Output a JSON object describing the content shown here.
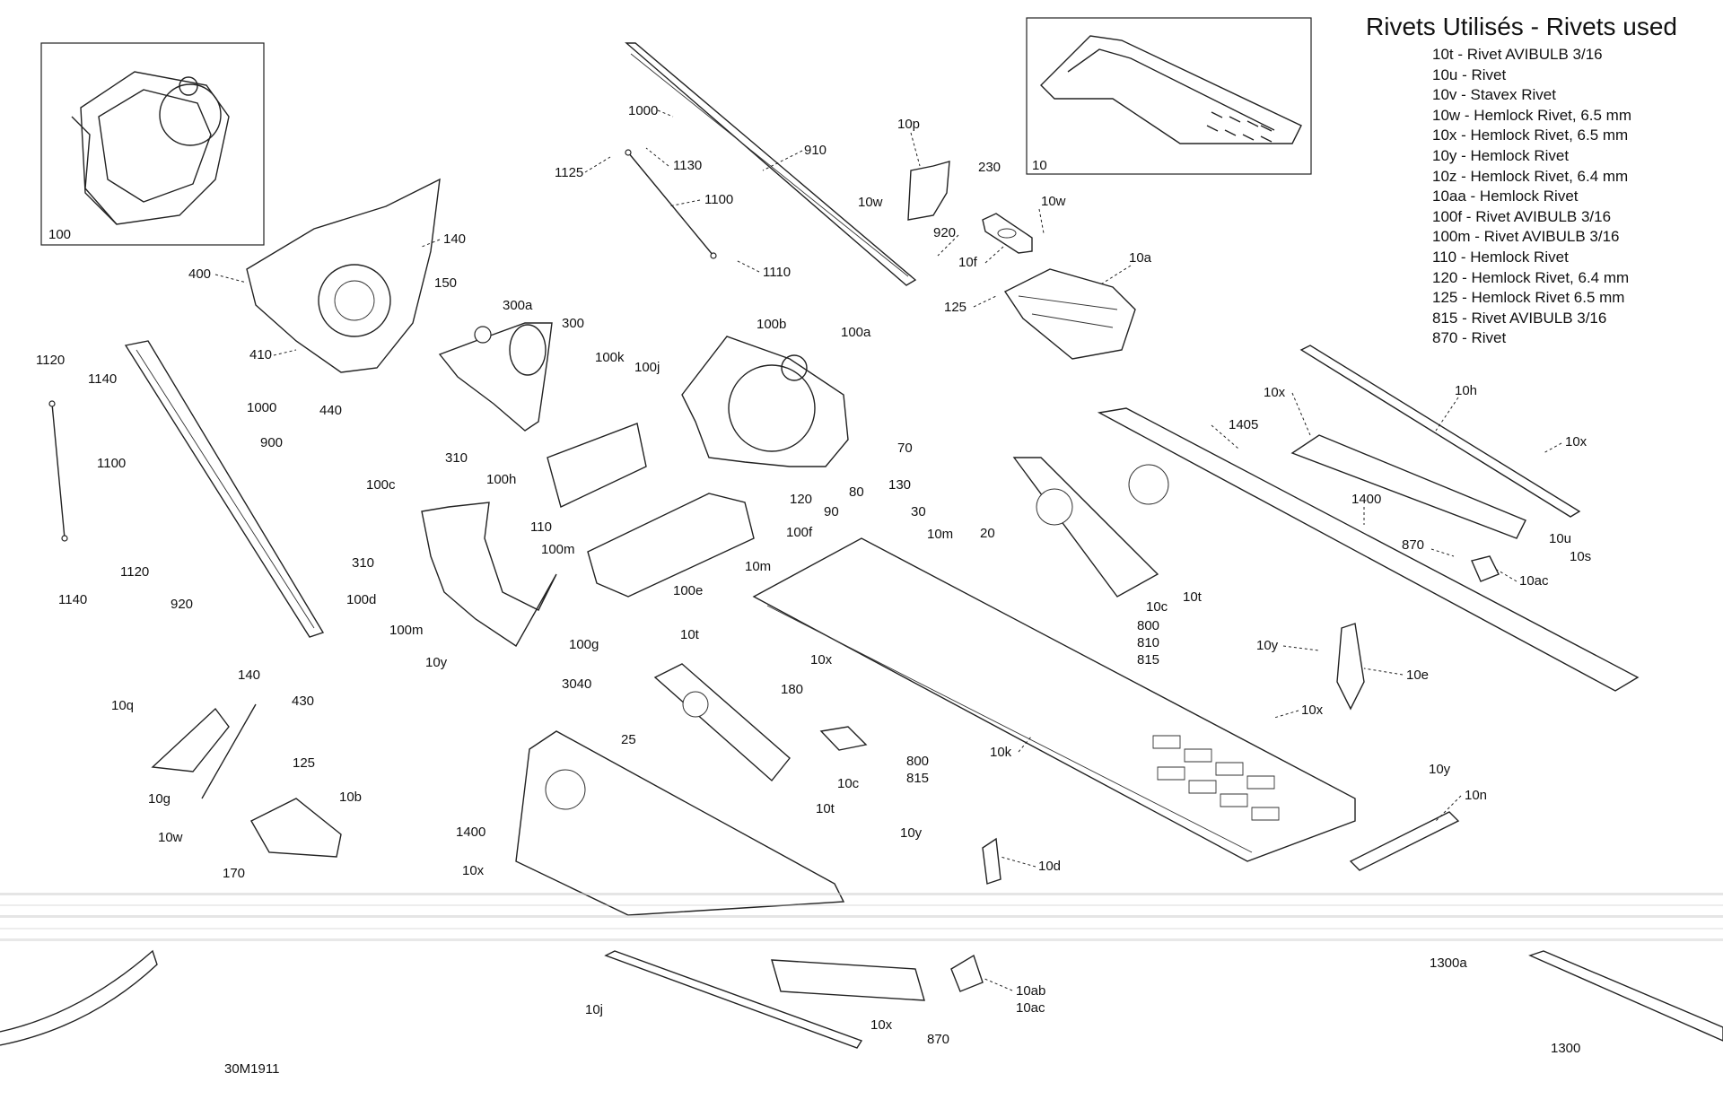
{
  "legend": {
    "title": "Rivets Utilisés - Rivets used",
    "items": [
      "10t - Rivet AVIBULB 3/16",
      "10u - Rivet",
      "10v - Stavex Rivet",
      "10w - Hemlock Rivet, 6.5 mm",
      "10x - Hemlock Rivet, 6.5 mm",
      "10y - Hemlock Rivet",
      "10z - Hemlock Rivet, 6.4 mm",
      "10aa - Hemlock Rivet",
      "100f - Rivet AVIBULB 3/16",
      "100m - Rivet AVIBULB 3/16",
      "110 - Hemlock Rivet",
      "120 - Hemlock Rivet, 6.4 mm",
      "125 - Hemlock Rivet 6.5 mm",
      "815 - Rivet AVIBULB 3/16",
      "870 - Rivet"
    ]
  },
  "reference": "30M1911",
  "insets": {
    "left": "100",
    "right": "10"
  },
  "callouts": {
    "c1000a": "1000",
    "c1125": "1125",
    "c1130": "1130",
    "c1100a": "1100",
    "c1110": "1110",
    "c910": "910",
    "c10p": "10p",
    "c10w_a": "10w",
    "c230": "230",
    "c10w_b": "10w",
    "c920a": "920",
    "c10f": "10f",
    "c10a": "10a",
    "c125a": "125",
    "c140a": "140",
    "c150": "150",
    "c400": "400",
    "c410": "410",
    "c440": "440",
    "c300a": "300a",
    "c300": "300",
    "c1120a": "1120",
    "c1140a": "1140",
    "c1000b": "1000",
    "c1100b": "1100",
    "c900": "900",
    "c1120b": "1120",
    "c1140b": "1140",
    "c920b": "920",
    "c100k": "100k",
    "c100j": "100j",
    "c100b": "100b",
    "c100a": "100a",
    "c310a": "310",
    "c100h": "100h",
    "c70": "70",
    "c80": "80",
    "c90": "90",
    "c110": "110",
    "c120": "120",
    "c130": "130",
    "c30": "30",
    "c10m_a": "10m",
    "c100c": "100c",
    "c100m_a": "100m",
    "c100f": "100f",
    "c20": "20",
    "c310b": "310",
    "c100d": "100d",
    "c100e": "100e",
    "c10m_b": "10m",
    "c100m_b": "100m",
    "c10y_a": "10y",
    "c100g": "100g",
    "c10t_a": "10t",
    "c10x_a": "10x",
    "c180": "180",
    "c1405": "1405",
    "c10x_b": "10x",
    "c10h": "10h",
    "c10x_c": "10x",
    "c1400a": "1400",
    "c870a": "870",
    "c10u": "10u",
    "c10s": "10s",
    "c10ac_a": "10ac",
    "c10t_b": "10t",
    "c10c_a": "10c",
    "c800a": "800",
    "c810": "810",
    "c815a": "815",
    "c10y_b": "10y",
    "c10e": "10e",
    "c10x_d": "10x",
    "c10k": "10k",
    "c140b": "140",
    "c430": "430",
    "c10q": "10q",
    "c10g": "10g",
    "c10w_c": "10w",
    "c125b": "125",
    "c10b": "10b",
    "c170": "170",
    "c3040": "3040",
    "c25": "25",
    "c800b": "800",
    "c815b": "815",
    "c10c_b": "10c",
    "c10t_c": "10t",
    "c1400b": "1400",
    "c10x_e": "10x",
    "c10y_c": "10y",
    "c10d": "10d",
    "c10y_d": "10y",
    "c10n": "10n",
    "c10j": "10j",
    "c10x_f": "10x",
    "c870b": "870",
    "c10ab": "10ab",
    "c10ac_b": "10ac",
    "c1300a": "1300a",
    "c1300": "1300"
  }
}
